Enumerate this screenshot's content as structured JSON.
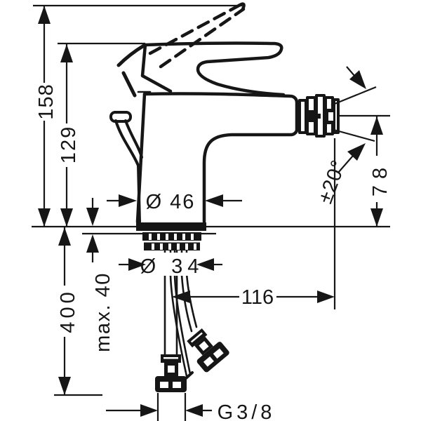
{
  "title": "Bidet mixer technical drawing",
  "labels": {
    "total_height": "158",
    "handle_height": "129",
    "install_depth": "400",
    "deck_thickness": "max. 40",
    "base_diameter": "Ø 46",
    "shank_diameter": "Ø 34",
    "spout_reach": "116",
    "spout_height": "78",
    "spout_angle": "±20°",
    "connection_thread": "G3/8"
  },
  "colors": {
    "line": "#161616",
    "background": "#ffffff"
  }
}
